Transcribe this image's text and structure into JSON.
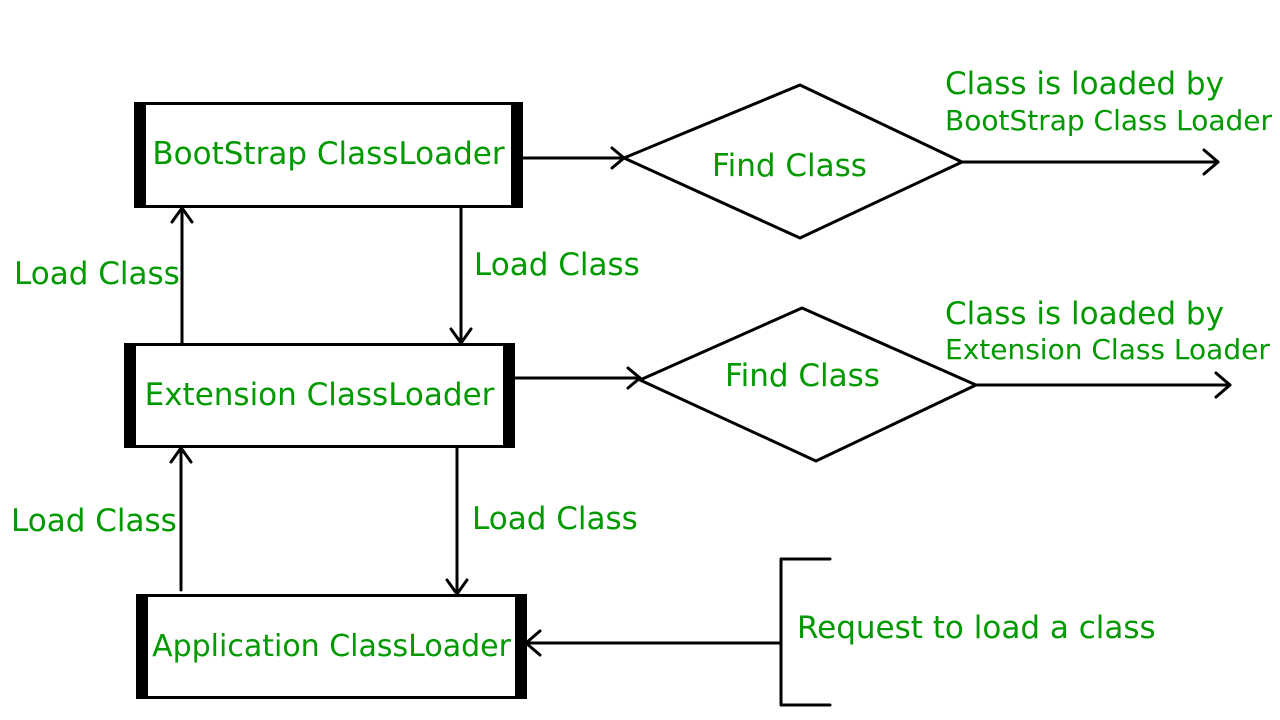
{
  "colors": {
    "text": "#009900",
    "stroke": "#000000",
    "background": "#ffffff"
  },
  "nodes": {
    "bootstrap": "BootStrap ClassLoader",
    "extension": "Extension ClassLoader",
    "application": "Application ClassLoader"
  },
  "decisions": {
    "find_class_top": "Find Class",
    "find_class_mid": "Find Class"
  },
  "edge_labels": {
    "up_upper": "Load Class",
    "down_upper": "Load Class",
    "up_lower": "Load Class",
    "down_lower": "Load Class"
  },
  "results": {
    "bootstrap_line1": "Class is loaded by",
    "bootstrap_line2": "BootStrap Class Loader",
    "extension_line1": "Class is loaded by",
    "extension_line2": "Extension Class Loader"
  },
  "request": "Request to load a class"
}
